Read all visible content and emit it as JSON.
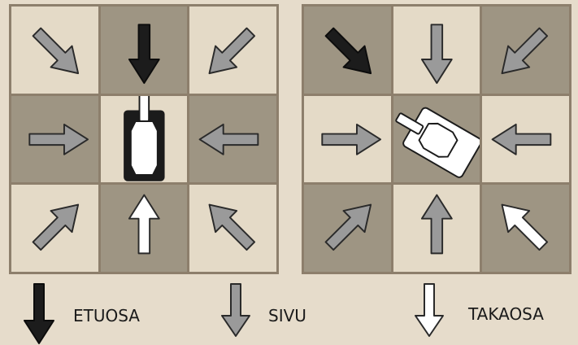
{
  "boards": [
    {
      "id": "straight",
      "tank_rotation": 0,
      "cells": [
        {
          "r": 0,
          "c": 0,
          "shade": "light",
          "dir": 135,
          "type": "side"
        },
        {
          "r": 0,
          "c": 1,
          "shade": "dark",
          "dir": 180,
          "type": "front"
        },
        {
          "r": 0,
          "c": 2,
          "shade": "light",
          "dir": 225,
          "type": "side"
        },
        {
          "r": 1,
          "c": 0,
          "shade": "dark",
          "dir": 90,
          "type": "side"
        },
        {
          "r": 1,
          "c": 1,
          "shade": "light",
          "tank": true
        },
        {
          "r": 1,
          "c": 2,
          "shade": "dark",
          "dir": 270,
          "type": "side"
        },
        {
          "r": 2,
          "c": 0,
          "shade": "light",
          "dir": 45,
          "type": "side"
        },
        {
          "r": 2,
          "c": 1,
          "shade": "dark",
          "dir": 0,
          "type": "rear"
        },
        {
          "r": 2,
          "c": 2,
          "shade": "light",
          "dir": 315,
          "type": "side"
        }
      ]
    },
    {
      "id": "diagonal",
      "tank_rotation": -60,
      "cells": [
        {
          "r": 0,
          "c": 0,
          "shade": "dark",
          "dir": 135,
          "type": "front"
        },
        {
          "r": 0,
          "c": 1,
          "shade": "light",
          "dir": 180,
          "type": "side"
        },
        {
          "r": 0,
          "c": 2,
          "shade": "dark",
          "dir": 225,
          "type": "side"
        },
        {
          "r": 1,
          "c": 0,
          "shade": "light",
          "dir": 90,
          "type": "side"
        },
        {
          "r": 1,
          "c": 1,
          "shade": "dark",
          "tank": true
        },
        {
          "r": 1,
          "c": 2,
          "shade": "light",
          "dir": 270,
          "type": "side"
        },
        {
          "r": 2,
          "c": 0,
          "shade": "dark",
          "dir": 45,
          "type": "side"
        },
        {
          "r": 2,
          "c": 1,
          "shade": "light",
          "dir": 0,
          "type": "side"
        },
        {
          "r": 2,
          "c": 2,
          "shade": "dark",
          "dir": 315,
          "type": "rear"
        }
      ]
    }
  ],
  "arrow_colors": {
    "front": {
      "fill": "#1c1c1c",
      "stroke": "#0c0c0c"
    },
    "side": {
      "fill": "#9a9a9a",
      "stroke": "#2a2a2a"
    },
    "rear": {
      "fill": "#ffffff",
      "stroke": "#2a2a2a"
    }
  },
  "legend": {
    "front": {
      "label": "ETUOSA"
    },
    "side": {
      "label": "SIVU"
    },
    "rear": {
      "label": "TAKAOSA"
    }
  }
}
